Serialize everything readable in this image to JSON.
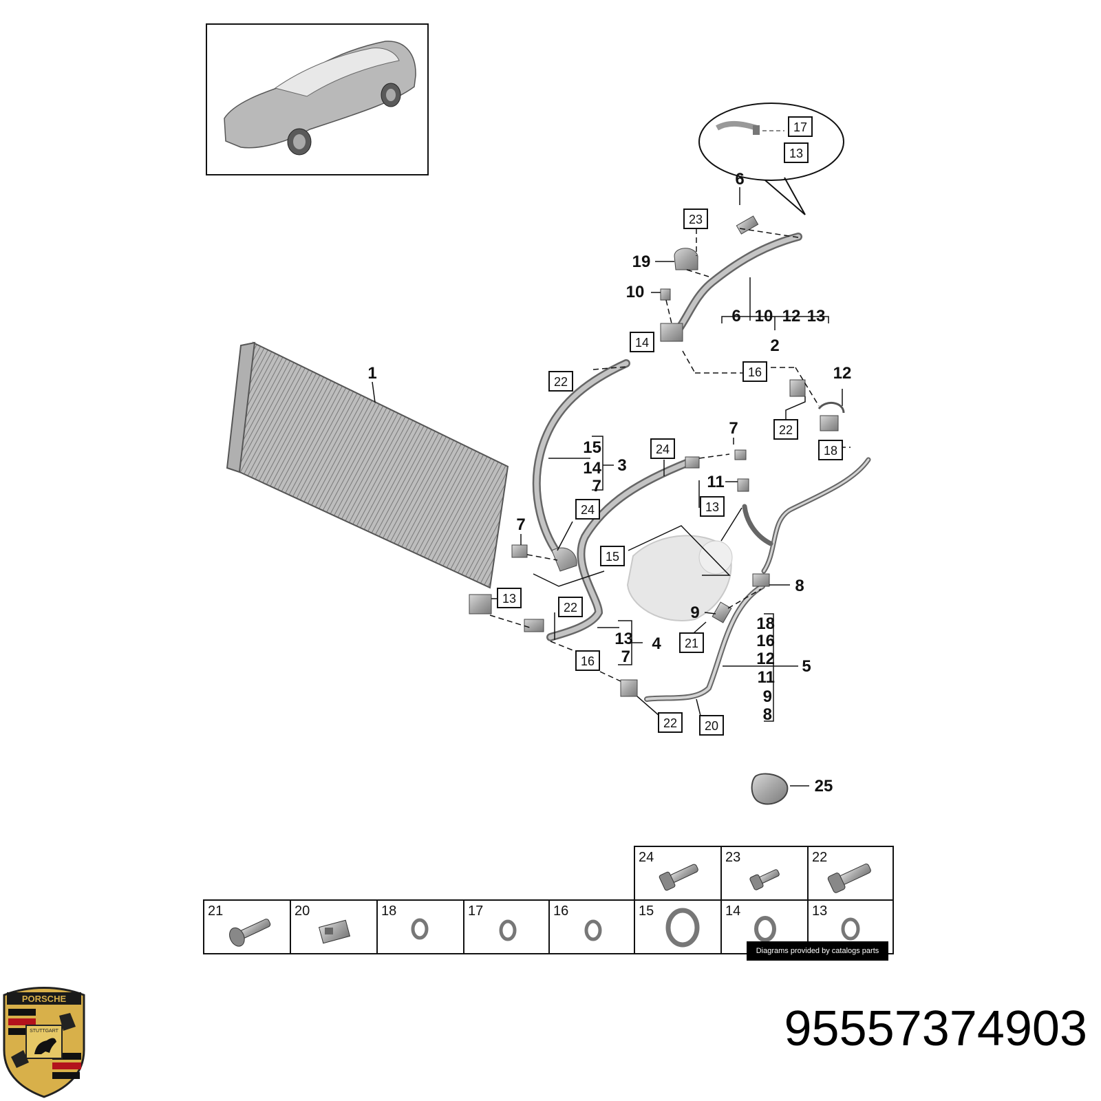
{
  "colors": {
    "ink": "#111111",
    "part_gray": "#8f8f8f",
    "crest_gold": "#d8b04a",
    "crest_red": "#b3121c"
  },
  "callouts_plain": [
    {
      "id": "c1",
      "text": "1"
    },
    {
      "id": "c6",
      "text": "6"
    },
    {
      "id": "c19",
      "text": "19"
    },
    {
      "id": "c10",
      "text": "10"
    },
    {
      "id": "c2",
      "text": "2"
    },
    {
      "id": "c12",
      "text": "12"
    },
    {
      "id": "c7a",
      "text": "7"
    },
    {
      "id": "c11",
      "text": "11"
    },
    {
      "id": "c3",
      "text": "3"
    },
    {
      "id": "c7b",
      "text": "7"
    },
    {
      "id": "c8",
      "text": "8"
    },
    {
      "id": "c9",
      "text": "9"
    },
    {
      "id": "c4",
      "text": "4"
    },
    {
      "id": "c5",
      "text": "5"
    },
    {
      "id": "c25",
      "text": "25"
    }
  ],
  "group_labels": {
    "group2": [
      "6",
      "10",
      "12",
      "13"
    ],
    "group3": [
      "15",
      "14",
      "7"
    ],
    "group4": [
      "13",
      "7"
    ],
    "group5": [
      "18",
      "16",
      "12",
      "11",
      "9",
      "8"
    ]
  },
  "boxed_callouts": [
    {
      "id": "b17",
      "text": "17"
    },
    {
      "id": "b13a",
      "text": "13"
    },
    {
      "id": "b23",
      "text": "23"
    },
    {
      "id": "b14",
      "text": "14"
    },
    {
      "id": "b22a",
      "text": "22"
    },
    {
      "id": "b16a",
      "text": "16"
    },
    {
      "id": "b22b",
      "text": "22"
    },
    {
      "id": "b18",
      "text": "18"
    },
    {
      "id": "b24a",
      "text": "24"
    },
    {
      "id": "b13b",
      "text": "13"
    },
    {
      "id": "b24b",
      "text": "24"
    },
    {
      "id": "b15",
      "text": "15"
    },
    {
      "id": "b13c",
      "text": "13"
    },
    {
      "id": "b22c",
      "text": "22"
    },
    {
      "id": "b21",
      "text": "21"
    },
    {
      "id": "b16b",
      "text": "16"
    },
    {
      "id": "b22d",
      "text": "22"
    },
    {
      "id": "b20",
      "text": "20"
    }
  ],
  "parts_table": {
    "top_row": [
      {
        "num": "24",
        "icon": "bolt-flange-icon"
      },
      {
        "num": "23",
        "icon": "bolt-short-icon"
      },
      {
        "num": "22",
        "icon": "bolt-splined-icon"
      }
    ],
    "bottom_row": [
      {
        "num": "21",
        "icon": "bolt-icon"
      },
      {
        "num": "20",
        "icon": "clip-icon"
      },
      {
        "num": "18",
        "icon": "o-ring-icon"
      },
      {
        "num": "17",
        "icon": "o-ring-icon"
      },
      {
        "num": "16",
        "icon": "o-ring-icon"
      },
      {
        "num": "15",
        "icon": "o-ring-large-icon"
      },
      {
        "num": "14",
        "icon": "o-ring-icon"
      },
      {
        "num": "13",
        "icon": "o-ring-icon"
      }
    ]
  },
  "footer": {
    "credit": "Diagrams provided by catalogs parts",
    "part_number": "95557374903",
    "logo_text": "PORSCHE",
    "logo_city": "STUTTGART"
  }
}
